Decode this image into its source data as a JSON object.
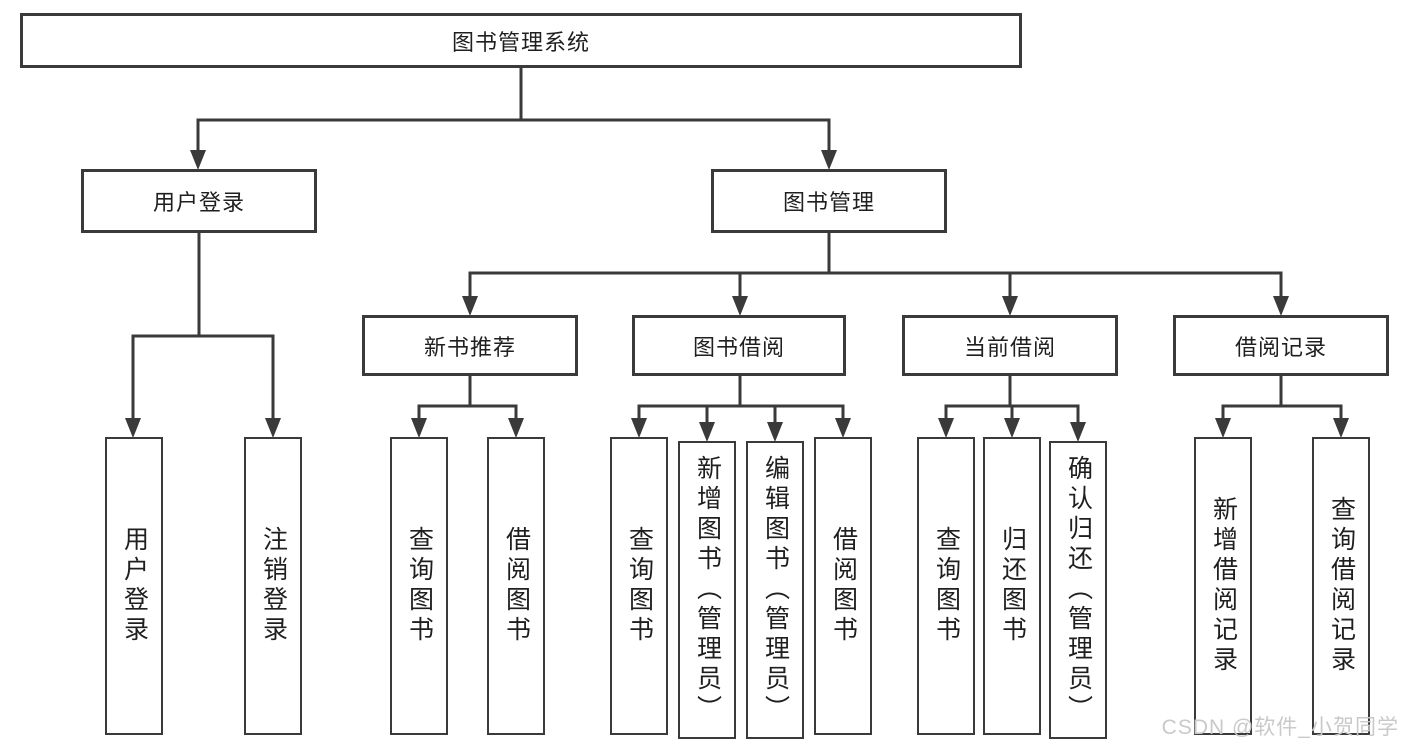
{
  "tree": {
    "root": {
      "label": "图书管理系统",
      "children": [
        {
          "label": "用户登录",
          "children": [
            {
              "label": "用户登录"
            },
            {
              "label": "注销登录"
            }
          ]
        },
        {
          "label": "图书管理",
          "children": [
            {
              "label": "新书推荐",
              "children": [
                {
                  "label": "查询图书"
                },
                {
                  "label": "借阅图书"
                }
              ]
            },
            {
              "label": "图书借阅",
              "children": [
                {
                  "label": "查询图书"
                },
                {
                  "label": "新增图书（管理员）"
                },
                {
                  "label": "编辑图书（管理员）"
                },
                {
                  "label": "借阅图书"
                }
              ]
            },
            {
              "label": "当前借阅",
              "children": [
                {
                  "label": "查询图书"
                },
                {
                  "label": "归还图书"
                },
                {
                  "label": "确认归还（管理员）"
                }
              ]
            },
            {
              "label": "借阅记录",
              "children": [
                {
                  "label": "新增借阅记录"
                },
                {
                  "label": "查询借阅记录"
                }
              ]
            }
          ]
        }
      ]
    }
  },
  "watermark": {
    "text": "CSDN @软件_小贺同学"
  },
  "colors": {
    "line": "#3a3a3a",
    "box_border": "#3a3a3a",
    "text": "#1f1f1f",
    "background": "#ffffff",
    "watermark": "#c9c9c9"
  }
}
